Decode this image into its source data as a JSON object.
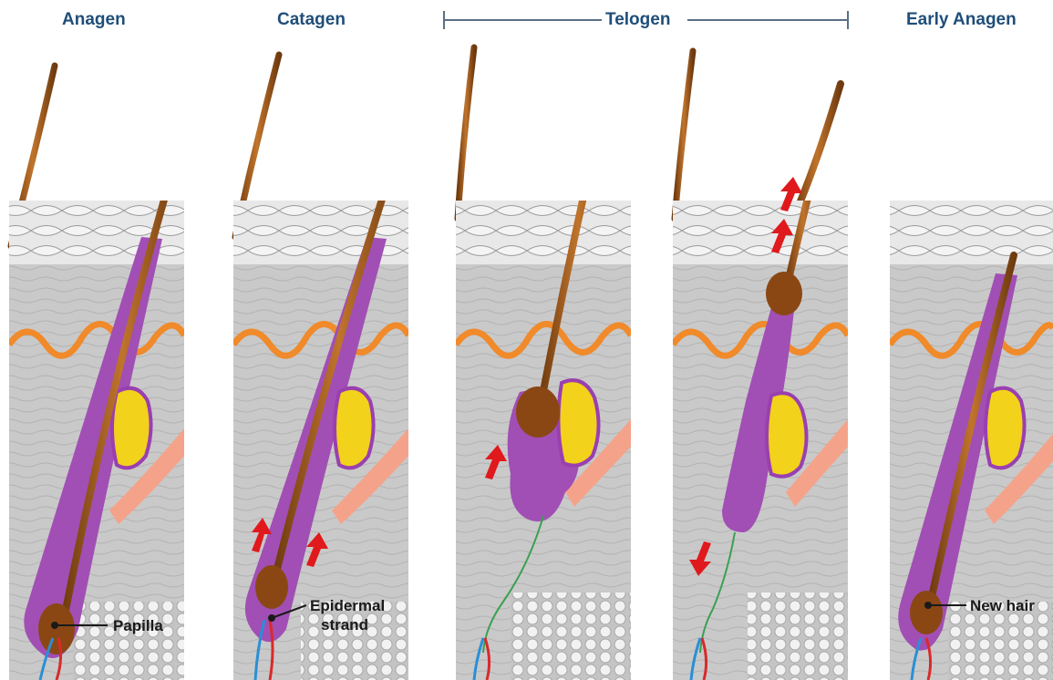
{
  "stages": {
    "anagen": "Anagen",
    "catagen": "Catagen",
    "telogen": "Telogen",
    "early_anagen": "Early Anagen"
  },
  "labels": {
    "papilla": "Papilla",
    "epidermal_strand_line1": "Epidermal",
    "epidermal_strand_line2": "strand",
    "new_hair": "New hair"
  },
  "colors": {
    "hair": "#a0561b",
    "hair_dark": "#6e3a0f",
    "sheath": "#a14fb4",
    "gland": "#f2d21b",
    "gland_outline": "#9a3fb0",
    "arrow": "#e0191c",
    "papilla_vessel_blue": "#2a8fd6",
    "papilla_vessel_red": "#d92a2a",
    "strand": "#3aa050",
    "title": "#1f4e79",
    "skin_border": "#f08a2a",
    "muscle": "#f4a38a"
  }
}
